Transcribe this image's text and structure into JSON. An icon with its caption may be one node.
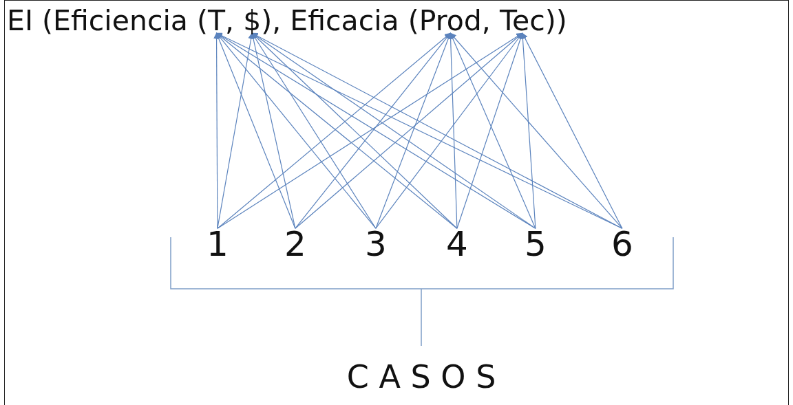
{
  "diagram": {
    "nodes": [
      {
        "text": [
          "T"
        ]
      },
      {
        "text": [
          "$"
        ]
      },
      {
        "text": [
          "Prod"
        ]
      },
      {
        "text": [
          "Tec"
        ]
      },
      {
        "text": [
          "1"
        ]
      },
      {
        "text": [
          "2"
        ]
      },
      {
        "text": [
          "3"
        ]
      },
      {
        "text": [
          "4"
        ]
      },
      {
        "text": [
          "5"
        ]
      },
      {
        "text": [
          "6"
        ]
      }
    ],
    "edges": [
      {
        "from": 4,
        "to": 0,
        "arrow": "to"
      },
      {
        "from": 4,
        "to": 1,
        "arrow": "to"
      },
      {
        "from": 4,
        "to": 2,
        "arrow": "to"
      },
      {
        "from": 4,
        "to": 3,
        "arrow": "to"
      },
      {
        "from": 5,
        "to": 0,
        "arrow": "to"
      },
      {
        "from": 5,
        "to": 1,
        "arrow": "to"
      },
      {
        "from": 5,
        "to": 2,
        "arrow": "to"
      },
      {
        "from": 5,
        "to": 3,
        "arrow": "to"
      },
      {
        "from": 6,
        "to": 0,
        "arrow": "to"
      },
      {
        "from": 6,
        "to": 1,
        "arrow": "to"
      },
      {
        "from": 6,
        "to": 2,
        "arrow": "to"
      },
      {
        "from": 6,
        "to": 3,
        "arrow": "to"
      },
      {
        "from": 7,
        "to": 0,
        "arrow": "to"
      },
      {
        "from": 7,
        "to": 1,
        "arrow": "to"
      },
      {
        "from": 7,
        "to": 2,
        "arrow": "to"
      },
      {
        "from": 7,
        "to": 3,
        "arrow": "to"
      },
      {
        "from": 8,
        "to": 0,
        "arrow": "to"
      },
      {
        "from": 8,
        "to": 1,
        "arrow": "to"
      },
      {
        "from": 8,
        "to": 2,
        "arrow": "to"
      },
      {
        "from": 8,
        "to": 3,
        "arrow": "to"
      },
      {
        "from": 9,
        "to": 0,
        "arrow": "to"
      },
      {
        "from": 9,
        "to": 1,
        "arrow": "to"
      },
      {
        "from": 9,
        "to": 2,
        "arrow": "to"
      },
      {
        "from": 9,
        "to": 3,
        "arrow": "to"
      }
    ],
    "labels": [
      "EI (Eficiencia (",
      ", ",
      "), Eficacia (",
      ", ",
      "))",
      "C A S O S"
    ]
  }
}
